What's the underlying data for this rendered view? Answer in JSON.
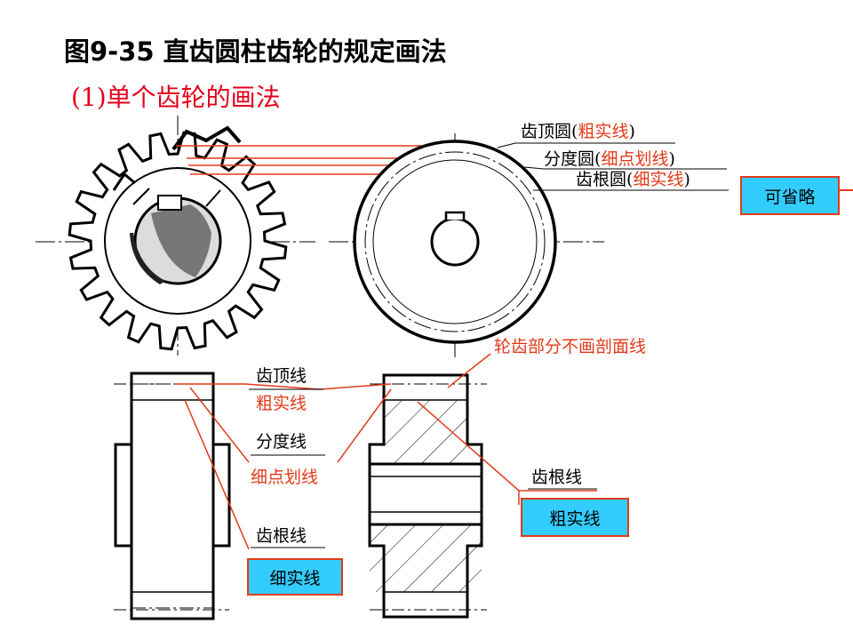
{
  "title": "图9-35  直齿圆柱齿轮的规定画法",
  "subtitle": "(1)单个齿轮的画法",
  "circle_labels": {
    "addendum": {
      "name": "齿顶圆",
      "open": "(",
      "style": "粗实线",
      "close": ")"
    },
    "pitch": {
      "name": "分度圆",
      "open": "(",
      "style": "细点划线",
      "close": ")"
    },
    "root": {
      "name": "齿根圆",
      "open": "(",
      "style": "细实线",
      "close": ")"
    }
  },
  "omit_box": "可省略",
  "no_hatch_note": "轮齿部分不画剖面线",
  "side_labels": {
    "addendum_line": "齿顶线",
    "addendum_style": "粗实线",
    "pitch_line": "分度线",
    "pitch_style": "细点划线",
    "root_line_left": "齿根线",
    "root_style_left": "细实线",
    "root_line_right": "齿根线",
    "root_style_right": "粗实线"
  },
  "colors": {
    "title_red": "#e3001b",
    "leader_red": "#e33a1a",
    "box_fill": "#33ccff"
  }
}
